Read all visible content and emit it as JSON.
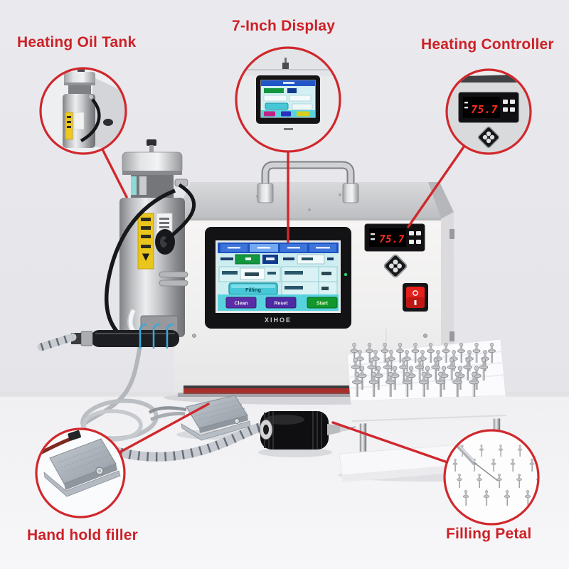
{
  "annotations": {
    "heating_oil_tank": "Heating Oil Tank",
    "display": "7-Inch Display",
    "heating_controller": "Heating Controller",
    "hand_hold_filler": "Hand hold filler",
    "filling_petal": "Filling Petal"
  },
  "machine": {
    "brand": "XIHOE",
    "temperature": "75.7",
    "screen": {
      "filling_button": "Filling",
      "clean_button": "Clean",
      "reset_button": "Reset",
      "start_button": "Start"
    }
  },
  "callouts": {
    "controller_temperature": "75.7"
  },
  "colors": {
    "annotation_red": "#cc2127",
    "callout_line_red": "#d0282c",
    "digit_red": "#ff2d1e",
    "screen_cyan": "#58d3de",
    "start_green": "#12962e",
    "button_purple": "#5a2da6"
  }
}
